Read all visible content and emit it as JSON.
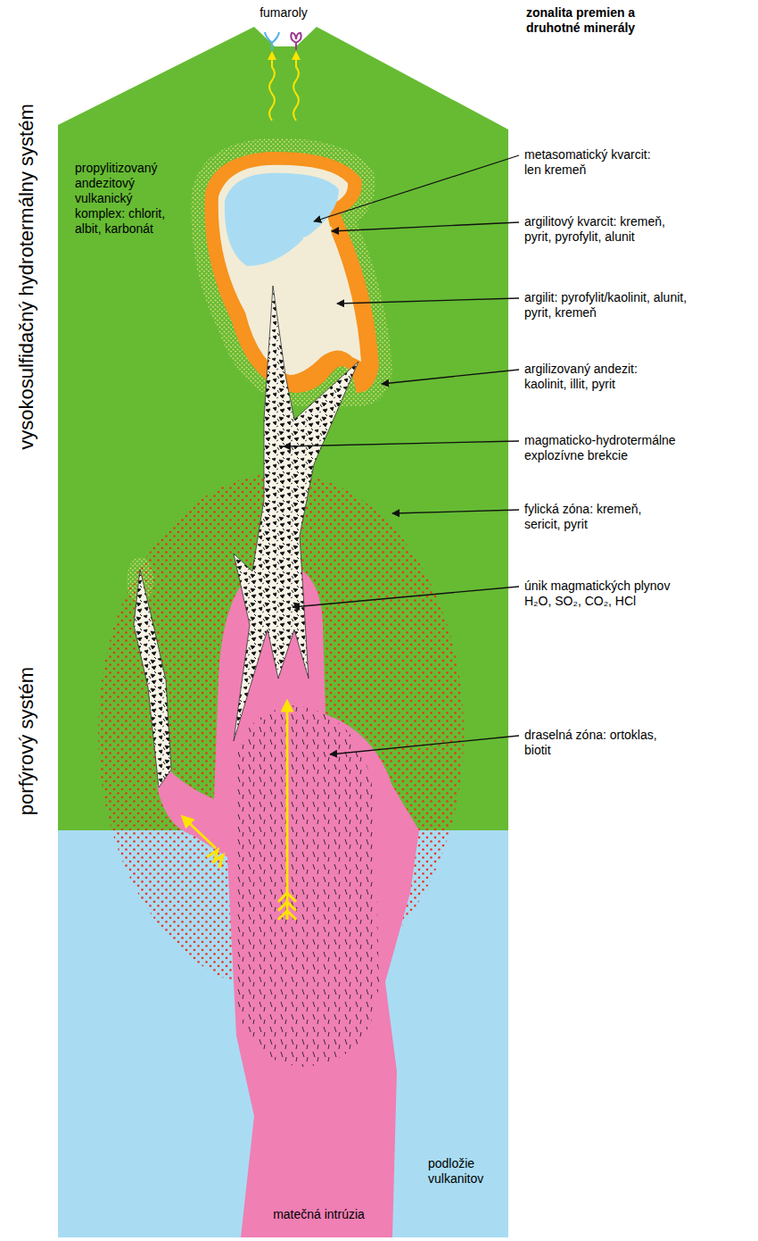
{
  "diagram": {
    "labels": [
      "fumaroly",
      "zonalita premien a druhotné minerály",
      "vysokosulfidačný hydrotermálny systém",
      "propylitizovaný andezitový vulkanický komplex: chlorit, albit, karbonát",
      "metasomatický kvarcit: len kremeň",
      "argilitový kvarcit: kremeň, pyrit, pyrofylit, alunit",
      "argilit: pyrofylit/kaolinit, alunit, pyrit, kremeň",
      "argilizovaný andezit: kaolinit, illit, pyrit",
      "magmaticko-hydrotermálne explozívne brekcie",
      "fylická zóna: kremeň, sericit, pyrit",
      "porfýrový systém",
      "únik magmatických plynov H₂O, SO₂, CO₂, HCl",
      "draselná zóna: ortoklas, biotit",
      "podložie vulkanitov",
      "matečná intrúzia"
    ]
  }
}
